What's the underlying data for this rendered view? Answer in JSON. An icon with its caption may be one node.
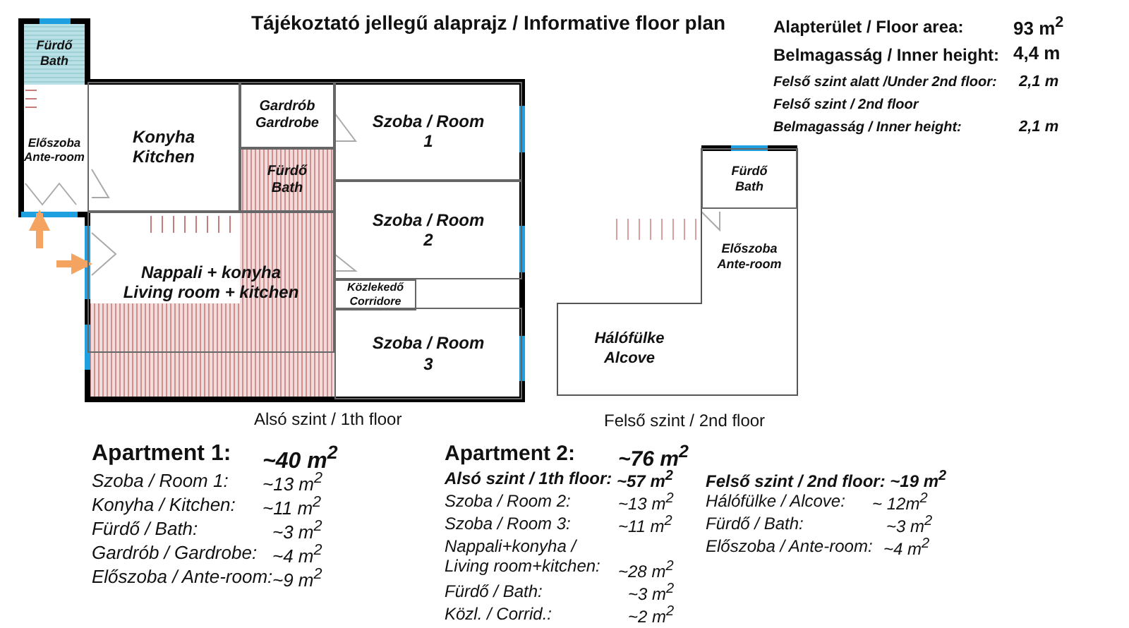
{
  "diagram": {
    "title": "Tájékoztató jellegű alaprajz / Informative floor plan",
    "nodes": [
      {
        "text": [
          "Fürdő",
          "Bath"
        ]
      },
      {
        "text": [
          "Előszoba",
          "Ante-room"
        ]
      },
      {
        "text": [
          "Konyha",
          "Kitchen"
        ]
      },
      {
        "text": [
          "Gardrób",
          "Gardrobe"
        ]
      },
      {
        "text": [
          "Fürdő",
          "Bath"
        ]
      },
      {
        "text": [
          "Szoba / Room",
          "1"
        ]
      },
      {
        "text": [
          "Szoba / Room",
          "2"
        ]
      },
      {
        "text": [
          "Közlekedő",
          "Corridore"
        ]
      },
      {
        "text": [
          "Nappali + konyha",
          "Living room + kitchen"
        ]
      },
      {
        "text": [
          "Szoba / Room",
          "3"
        ]
      },
      {
        "text": [
          "Fürdő",
          "Bath"
        ]
      },
      {
        "text": [
          "Előszoba",
          "Ante-room"
        ]
      },
      {
        "text": [
          "Hálófülke",
          "Alcove"
        ]
      }
    ],
    "edges": [
      {
        "from": null,
        "to": 1,
        "arrow": "to"
      },
      {
        "from": null,
        "to": 8,
        "arrow": "to"
      }
    ],
    "labels": [
      "Alapterület / Floor area:",
      "93 m$^{2}$",
      "Belmagasság / Inner height:",
      "4,4 m",
      "Felső szint alatt /Under  2nd floor:",
      "2,1 m",
      "Felső szint / 2nd floor",
      "Belmagasság / Inner height:",
      "2,1 m",
      "Alsó szint / 1th floor",
      "Felső szint / 2nd floor",
      "Apartment 1:",
      "~40 m$^{2}$",
      "Szoba / Room 1:",
      "~13 m$^{2}$",
      "Konyha / Kitchen:",
      "~11 m$^{2}$",
      "Fürdő / Bath:",
      "~3 m$^{2}$",
      "Gardrób / Gardrobe:",
      "~4 m$^{2}$",
      "Előszoba / Ante-room:",
      "~9 m$^{2}$",
      "Apartment 2:",
      "~76 m$^{2}$",
      "Alsó szint / 1th floor:",
      "~57 m$^{2}$",
      "Szoba / Room 2:",
      "~13 m$^{2}$",
      "Szoba / Room 3:",
      "~11 m$^{2}$",
      "Nappali+konyha / Living room+kitchen:",
      "~28 m$^{2}$",
      "Fürdő / Bath:",
      "~3 m$^{2}$",
      "Közl. / Corrid.:",
      "~2 m$^{2}$",
      "Felső szint / 2nd floor: ~19 m$^{2}$",
      "Hálófülke / Alcove:",
      "~ 12m$^{2}$",
      "Fürdő / Bath:",
      "~3 m$^{2}$",
      "Előszoba / Ante-room:",
      "~4 m$^{2}$"
    ]
  }
}
